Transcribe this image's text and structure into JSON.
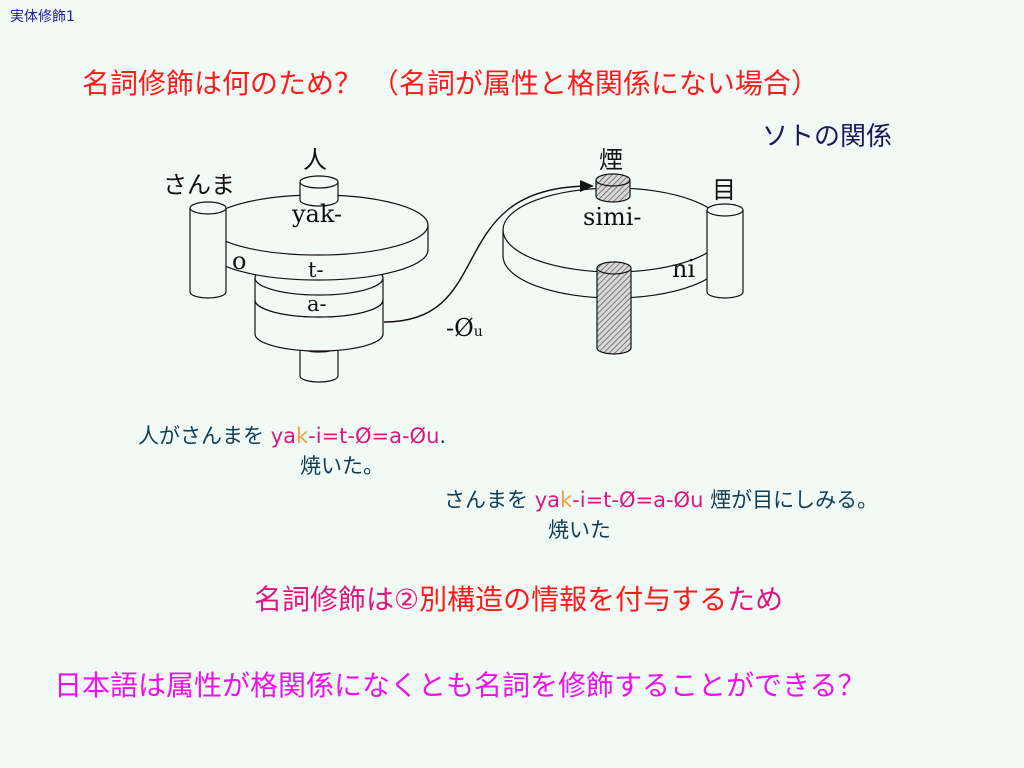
{
  "corner_label": "実体修飾1",
  "title": "名詞修飾は何のため？ （名詞が属性と格関係にない場合）",
  "soto_label": "ソトの関係",
  "diagram": {
    "left": {
      "top_label": "人",
      "side_label": "さんま",
      "disk_label": "yak-",
      "particle_o": "o",
      "t_label": "t-",
      "a_label": "a-"
    },
    "connector_label_main": "-Ø",
    "connector_label_sub": "u",
    "right": {
      "top_label": "煙",
      "side_label": "目",
      "disk_label": "simi-",
      "particle_ni": "ni"
    }
  },
  "example1": {
    "prefix": "人がさんまを ",
    "ya": "ya",
    "k": "k",
    "rest": "-i=t-Ø=a-Øu",
    "period": ".",
    "gloss": "焼いた。"
  },
  "example2": {
    "prefix": "さんまを ",
    "ya": "ya",
    "k": "k",
    "rest": "-i=t-Ø=a-Øu",
    "suffix": " 煙が目にしみる。",
    "gloss": "焼いた"
  },
  "bullet1": {
    "part1": "名詞修飾は",
    "part2": "②",
    "part3": "別構造の情報を付与する",
    "part4": "ため"
  },
  "bullet2": "日本語は属性が格関係になくとも名詞を修飾することができる？"
}
